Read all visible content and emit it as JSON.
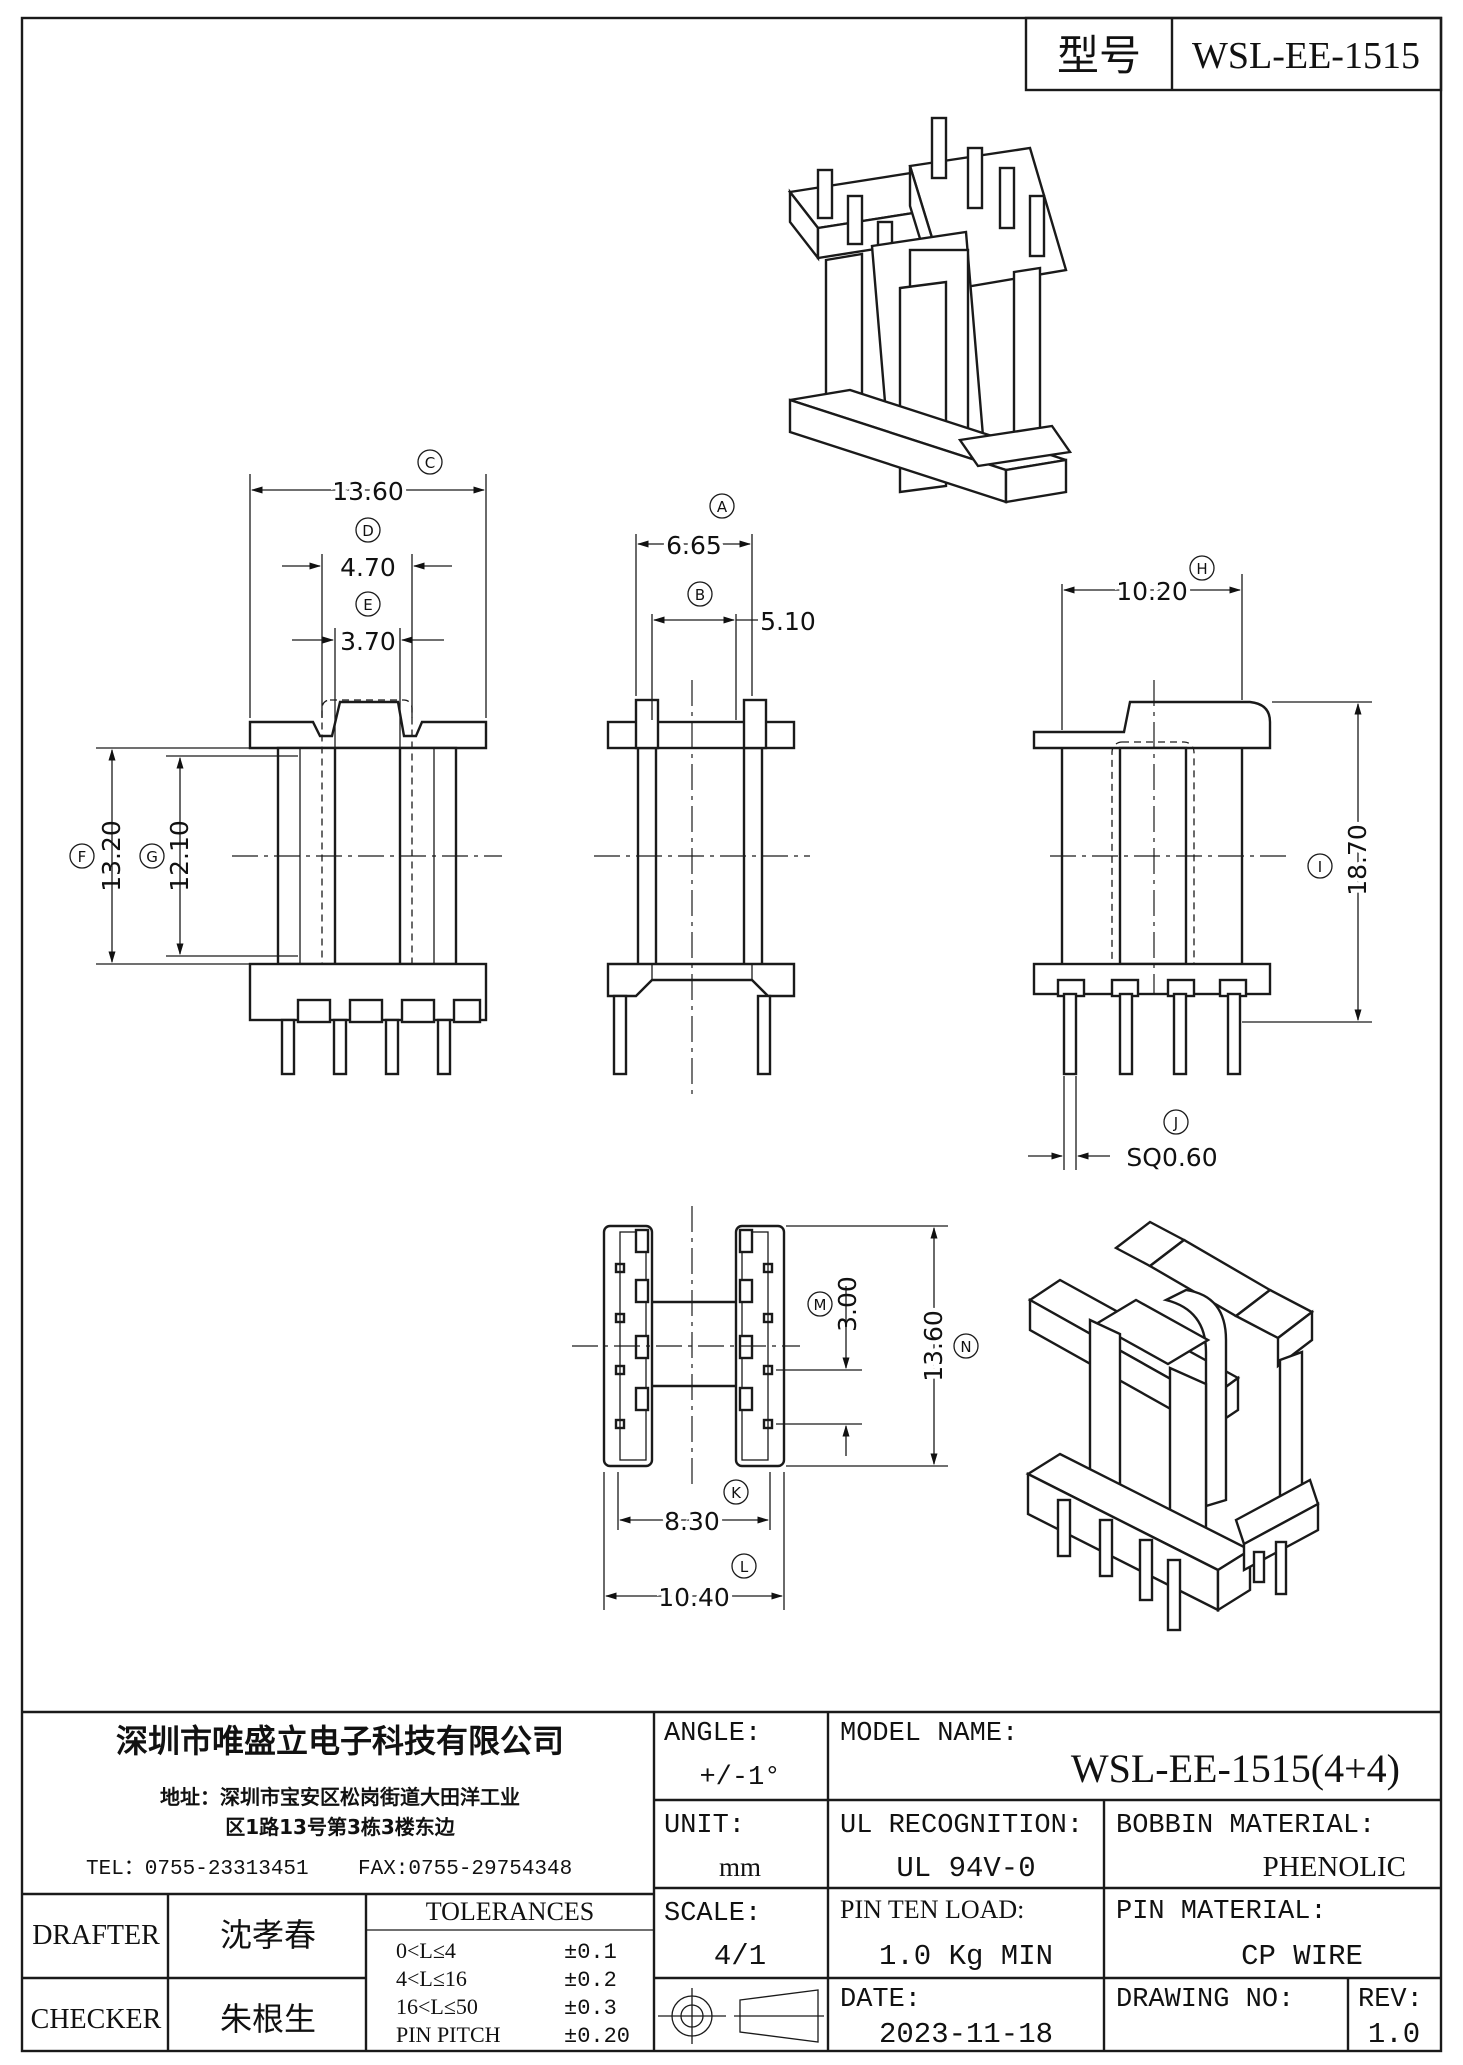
{
  "header": {
    "type_label": "型号",
    "type_value": "WSL-EE-1515"
  },
  "dimensions": {
    "C": "13.60",
    "D": "4.70",
    "E": "3.70",
    "F": "13.20",
    "G": "12.10",
    "A": "6.65",
    "B": "5.10",
    "H": "10.20",
    "I": "18.70",
    "J": "SQ0.60",
    "M": "3.00",
    "N": "13.60",
    "K": "8.30",
    "L": "10.40"
  },
  "callouts": [
    "A",
    "B",
    "C",
    "D",
    "E",
    "F",
    "G",
    "H",
    "I",
    "J",
    "K",
    "L",
    "M",
    "N"
  ],
  "title_block": {
    "company": "深圳市唯盛立电子科技有限公司",
    "address_line1": "地址：深圳市宝安区松岗街道大田洋工业",
    "address_line2": "区1路13号第3栋3楼东边",
    "tel": "TEL：0755-23313451",
    "fax": "FAX:0755-29754348",
    "angle_label": "ANGLE:",
    "angle_value": "+/-1°",
    "model_label": "MODEL NAME:",
    "model_value": "WSL-EE-1515(4+4)",
    "unit_label": "UNIT:",
    "unit_value": "mm",
    "ul_label": "UL RECOGNITION:",
    "ul_value": "UL 94V-0",
    "bobbin_label": "BOBBIN MATERIAL:",
    "bobbin_value": "PHENOLIC",
    "scale_label": "SCALE:",
    "scale_value": "4/1",
    "pin_load_label": "PIN TEN LOAD:",
    "pin_load_value": "1.0 Kg MIN",
    "pin_material_label": "PIN MATERIAL:",
    "pin_material_value": "CP WIRE",
    "drafter_label": "DRAFTER",
    "drafter_value": "沈孝春",
    "checker_label": "CHECKER",
    "checker_value": "朱根生",
    "tolerances_label": "TOLERANCES",
    "tolerances": [
      {
        "range": "0<L≤4",
        "value": "±0.1"
      },
      {
        "range": "4<L≤16",
        "value": "±0.2"
      },
      {
        "range": "16<L≤50",
        "value": "±0.3"
      },
      {
        "range": "PIN PITCH",
        "value": "±0.20"
      }
    ],
    "date_label": "DATE:",
    "date_value": "2023-11-18",
    "drawing_no_label": "DRAWING NO:",
    "drawing_no_value": "",
    "rev_label": "REV:",
    "rev_value": "1.0"
  }
}
